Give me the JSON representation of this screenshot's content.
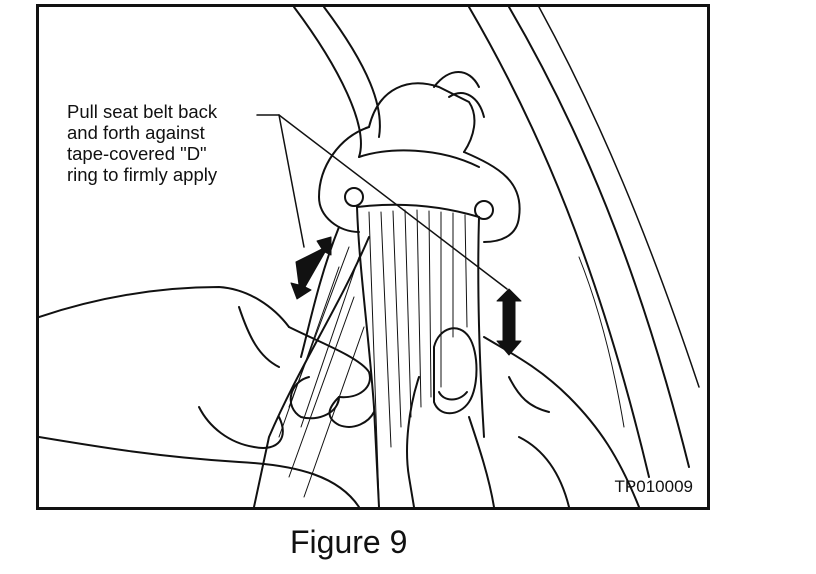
{
  "figure": {
    "callout_text": "Pull seat belt back\nand forth against\ntape-covered \"D\"\nring to firmly apply",
    "code": "TP010009",
    "caption": "Figure 9"
  },
  "icons": [
    "double-arrow-icon"
  ]
}
